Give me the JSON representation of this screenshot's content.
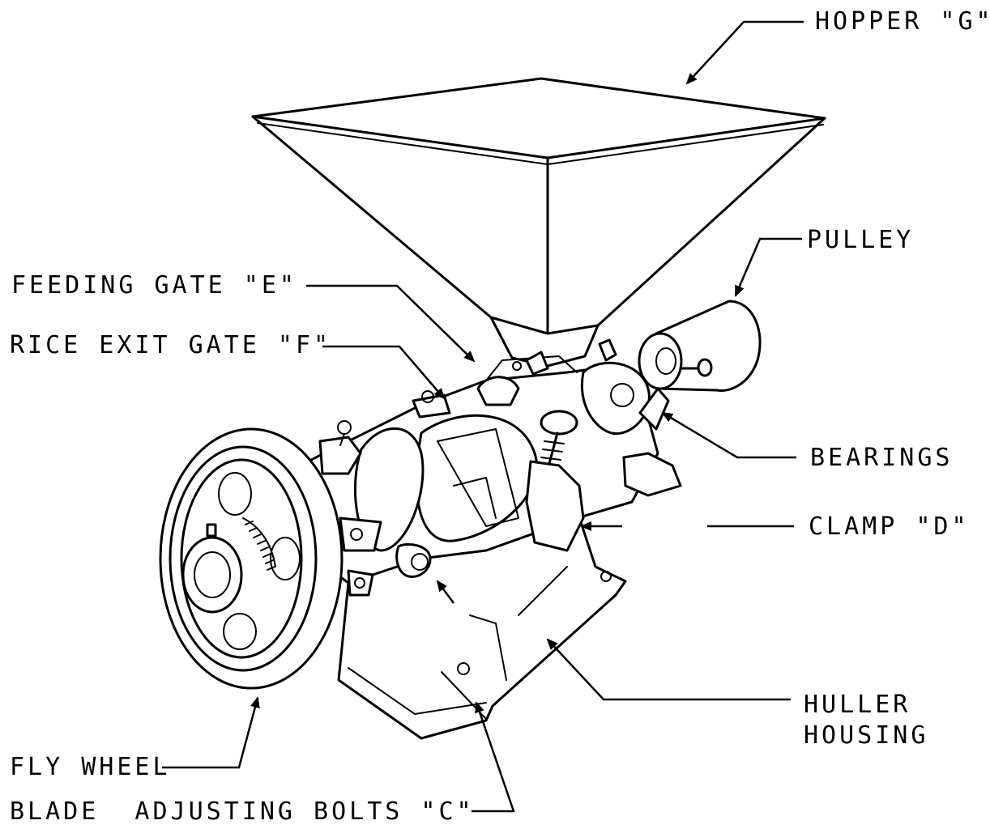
{
  "labels": {
    "hopper": "HOPPER \"G\"",
    "pulley": "PULLEY",
    "feeding_gate": "FEEDING GATE \"E\"",
    "rice_exit_gate": "RICE EXIT GATE \"F\"",
    "bearings": "BEARINGS",
    "clamp": "CLAMP \"D\"",
    "huller_housing_line1": "HULLER",
    "huller_housing_line2": "HOUSING",
    "fly_wheel": "FLY WHEEL",
    "blade_adjusting_bolts": "BLADE  ADJUSTING BOLTS \"C\""
  }
}
